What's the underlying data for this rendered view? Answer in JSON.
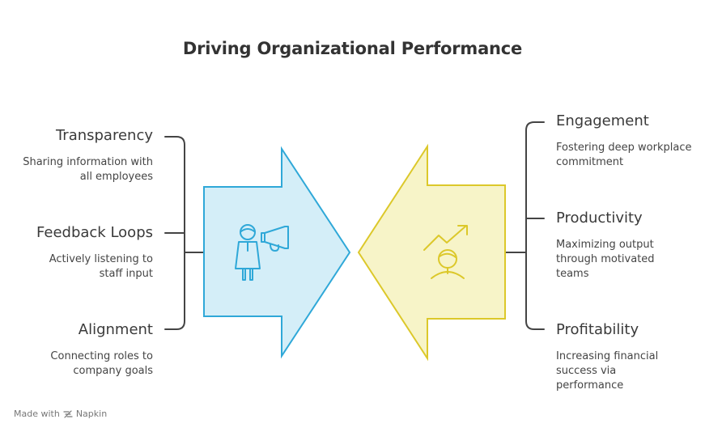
{
  "title": "Driving Organizational Performance",
  "left_items": [
    {
      "title": "Transparency",
      "description": "Sharing information with all employees"
    },
    {
      "title": "Feedback Loops",
      "description": "Actively listening to staff input"
    },
    {
      "title": "Alignment",
      "description": "Connecting roles to company goals"
    }
  ],
  "right_items": [
    {
      "title": "Engagement",
      "description": "Fostering deep workplace commitment"
    },
    {
      "title": "Productivity",
      "description": "Maximizing output through motivated teams"
    },
    {
      "title": "Profitability",
      "description": "Increasing financial success via performance"
    }
  ],
  "arrows": {
    "left": {
      "fill": "#d4eef8",
      "stroke": "#2fa8d8",
      "icon": "person-megaphone-icon"
    },
    "right": {
      "fill": "#f7f4c8",
      "stroke": "#dcc82a",
      "icon": "person-growth-icon"
    }
  },
  "footer": {
    "prefix": "Made with",
    "brand": "Napkin"
  }
}
